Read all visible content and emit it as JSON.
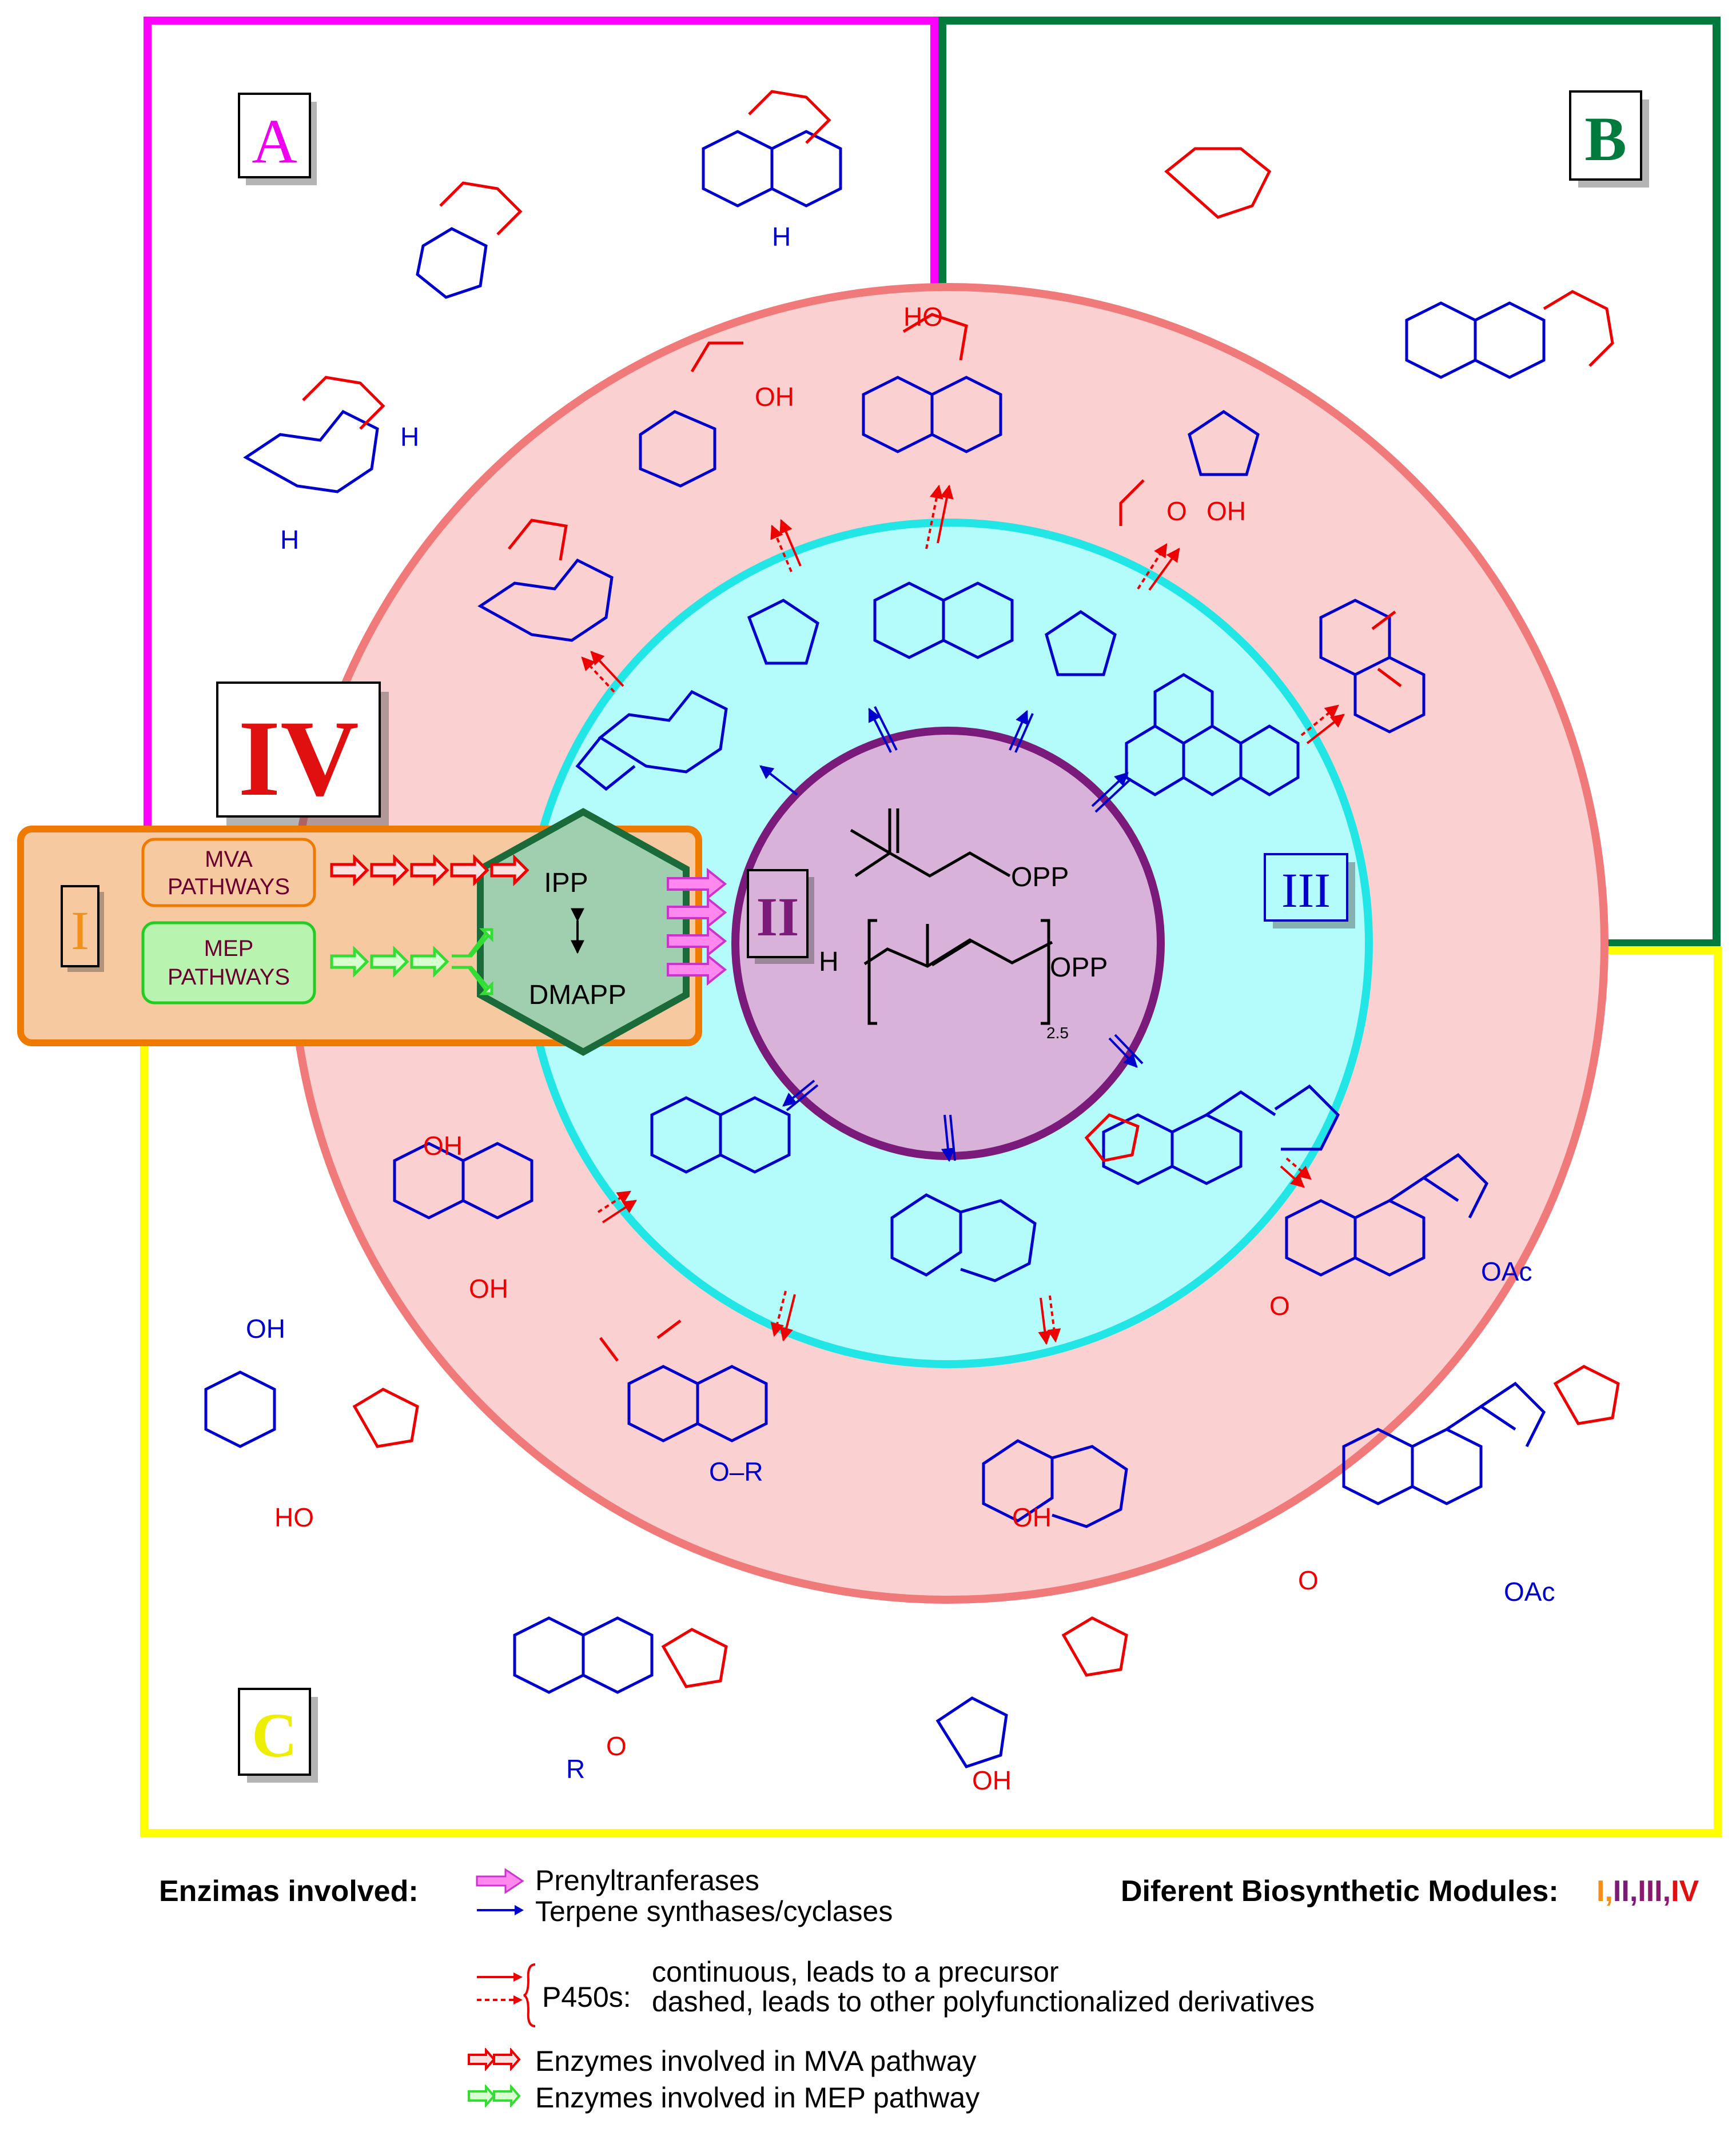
{
  "module_labels": {
    "I": "I",
    "II": "II",
    "III": "III",
    "IV": "IV",
    "A": "A",
    "B": "B",
    "C": "C"
  },
  "pathways": {
    "mva_line1": "MVA",
    "mva_line2": "PATHWAYS",
    "mep_line1": "MEP",
    "mep_line2": "PATHWAYS"
  },
  "hexagon": {
    "ipp": "IPP",
    "dmapp": "DMAPP"
  },
  "center": {
    "opp1": "OPP",
    "opp2": "OPP",
    "h": "H",
    "subscript": "2.5"
  },
  "structure_labels": {
    "H": "H",
    "OH": "OH",
    "O": "O",
    "HO": "HO",
    "OAc": "OAc",
    "R": "R",
    "O_R": "O–R"
  },
  "legend": {
    "enzymes_title": "Enzimas involved:",
    "prenyl": "Prenyltranferases",
    "terpene": "Terpene  synthases/cyclases",
    "p450_label": "P450s:",
    "p450_cont": "continuous, leads to a precursor",
    "p450_dash": "dashed, leads to other polyfunctionalized derivatives",
    "mva_enzymes": "Enzymes involved in MVA pathway",
    "mep_enzymes": "Enzymes involved in MEP pathway",
    "modules_title": "Diferent Biosynthetic Modules:",
    "modules": [
      "I",
      "II",
      "III",
      "IV"
    ],
    "module_colors": [
      "#f39019",
      "#7b1a78",
      "#8a1a6e",
      "#e01010"
    ]
  },
  "colors": {
    "box_A": "#ff00ff",
    "box_B": "#007a3d",
    "box_C": "#ffff00",
    "ring_outer": "#f4aaaa",
    "ring_outer_stroke": "#f07a7a",
    "ring_mid": "#b2fafa",
    "ring_mid_stroke": "#22e6e6",
    "core": "#d8b0d8",
    "core_stroke": "#7a1a7a",
    "hexagon": "#9fcfae",
    "hexagon_stroke": "#1a6a3a",
    "module_I_box": "#f7c9a0",
    "module_I_stroke": "#ee7a00",
    "mva_box": "#f7c9a0",
    "mep_box": "#b8f4b0",
    "mol_blue": "#0000cc",
    "mol_red": "#ee0000"
  }
}
